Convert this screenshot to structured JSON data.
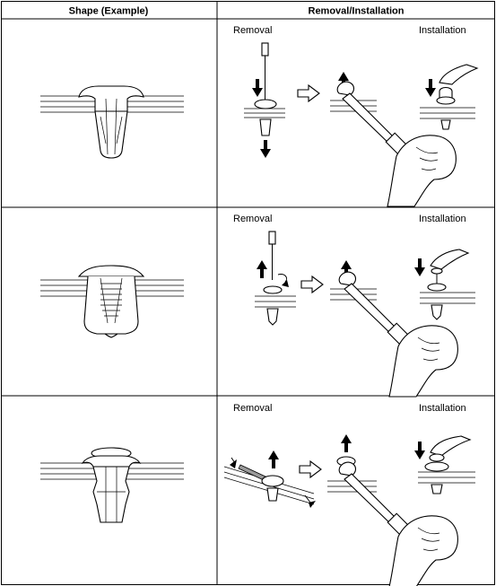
{
  "table": {
    "headers": {
      "shape": "Shape (Example)",
      "procedure": "Removal/Installation"
    },
    "rows": [
      {
        "removal_label": "Removal",
        "installation_label": "Installation"
      },
      {
        "removal_label": "Removal",
        "installation_label": "Installation"
      },
      {
        "removal_label": "Removal",
        "installation_label": "Installation"
      }
    ]
  }
}
